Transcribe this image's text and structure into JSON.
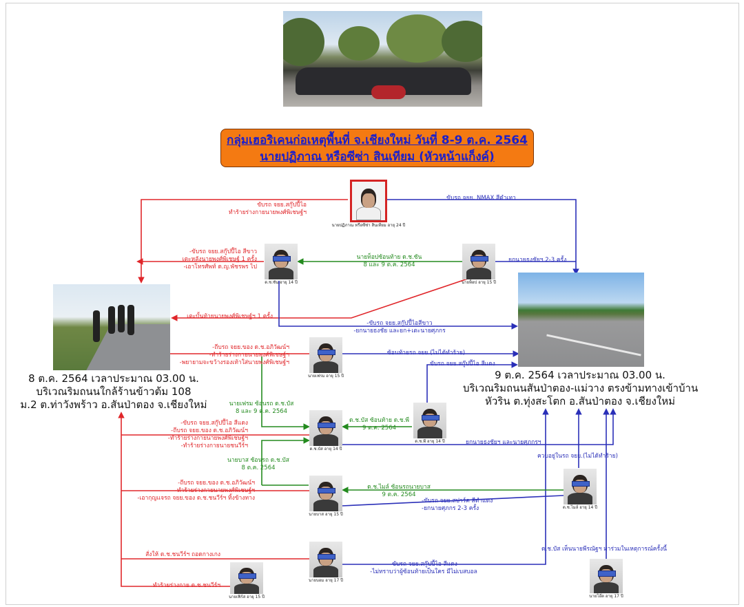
{
  "title": {
    "line1": "กลุ่มเฮอริเคนก่อเหตุพื้นที่ จ.เชียงใหม่ วันที่ 8-9 ต.ค. 2564",
    "line2": "นายปฏิภาณ หรือซีซ่า สินเทียม (หัวหน้าแก็งค์)"
  },
  "scene_left": {
    "line1": "8 ต.ค. 2564 เวลาประมาณ 03.00 น.",
    "line2": "บริเวณริมถนนใกล้ร้านข้าวต้ม 108",
    "line3": "ม.2 ต.ท่าวังพร้าว อ.สันป่าตอง จ.เชียงใหม่"
  },
  "scene_right": {
    "line1": "9 ต.ค. 2564 เวลาประมาณ 03.00 น.",
    "line2": "บริเวณริมถนนสันป่าตอง-แม่วาง ตรงข้ามทางเข้าบ้าน",
    "line3": "หัวริน ต.ทุ่งสะโตก อ.สันป่าตอง  จ.เชียงใหม่"
  },
  "people": {
    "leader": "นายปฏิภาณ หรือซีซ่า สินเทียม อายุ 24 ปี",
    "p1": "ด.ช.ซัน อายุ 14 ปี",
    "p2": "นายท็อป อายุ 15 ปี",
    "p3": "นายเฟรม อายุ 15 ปี",
    "p4": "ด.ช.บัส อายุ 14 ปี",
    "p5": "ด.ช.พี อายุ 14 ปี",
    "p6": "นายบาส อายุ 15 ปี",
    "p7": "ด.ช.ไมล์ อายุ 14 ปี",
    "p8": "นายบอม อายุ 17 ปี",
    "p9": "นายเฟิร์ส อายุ 15 ปี",
    "p10": "นายโอ๊ต อายุ 17 ปี"
  },
  "labels": {
    "red_leader": [
      "ขับรถ จยย.สกู๊ปปี้ไอ",
      "ทำร้ายร่างกายนายพงศ์พิเชษฐ์ฯ"
    ],
    "blue_leader": [
      "ขับรถ จยย. NMAX สีดำเทา"
    ],
    "red_p1": [
      "-ขับรถ จยย.สกู๊ปปี้ไอ สีขาว",
      "เตะหลังนายพงศ์พิเชษฐ์ 1 ครั้ง",
      "-เอาโทรศัพท์ ด.ญ.พัชรพร ไป"
    ],
    "green_p2": [
      "นายท็อปซ้อนท้าย ด.ช.ซัน",
      "8 และ 9 ต.ค. 2564"
    ],
    "blue_p2": [
      "ยกนายธงชัยฯ 2-3 ครั้ง"
    ],
    "red_p2": [
      "เตะบั้นท้ายนายพงศ์พิเชษฐ์ฯ 1 ครั้ง"
    ],
    "blue_p1": [
      "-ขับรถ จยย.สกู๊ปปี้ไอสีขาว",
      "-ยกนายธงชัย และยก+เตะนายศุภกร"
    ],
    "red_p3": [
      "-ถีบรถ จยย.ของ ด.ช.อภิวัฒน์ฯ",
      "-ทำร้ายร่างกายนายพงศ์พิเชษฐ์ฯ",
      "-พยายามจะขว้างรองเท้าใส่นายพงศ์พิเชษฐ์ฯ"
    ],
    "blue_p3": [
      "ซ้อนท้ายรถ จยย.(ไม่ได้ทำร้าย)"
    ],
    "blue_p5": [
      "ขับรถ จยย.สกู๊ปปี้ไอ สีแดง"
    ],
    "green_p3": [
      "นายเฟรม ซ้อนรถ ด.ช.บัส",
      "8 และ 9 ต.ค. 2564"
    ],
    "green_p5": [
      "ด.ช.บัส ซ้อนท้าย ด.ช.พี",
      "9 ต.ค. 2564"
    ],
    "red_p4": [
      "-ขับรถ จยย.สกู๊ปปี้ไอ สีแดง",
      "-ถีบรถ จยย.ของ ด.ช.อภิวัฒน์ฯ",
      "-ทำร้ายร่างกายนายพงศ์พิเชษฐ์ฯ",
      "-ทำร้ายร่างกายนายชนวีร์ฯ"
    ],
    "blue_p4": [
      "ยกนายธงชัยฯ และนายศุภกรฯ"
    ],
    "green_p6": [
      "นายบาส ซ้อนรถ ด.ช.บัส",
      "8 ต.ค. 2564"
    ],
    "blue_p7": [
      "ควบอยู่ในรถ จยย.(ไม่ได้ทำร้าย)"
    ],
    "red_p6": [
      "-ถีบรถ จยย.ของ ด.ช.อภิวัฒน์ฯ",
      "-ทำร้ายร่างกายนายพงศ์พิเชษฐ์ฯ",
      "-เอากุญแจรถ จยย.ของ ด.ช.ชนวีร์ฯ ทิ้งข้างทาง"
    ],
    "green_p7": [
      "ด.ช.ไมล์ ซ้อนรถนายบาส",
      "9 ต.ค. 2564"
    ],
    "blue_p6": [
      "-ขับรถ จยย.สปาร์ค สีดำแดง",
      "-ยกนายศุภกร 2-3 ครั้ง"
    ],
    "blue_p10": [
      "ด.ช.บัส เห็นนายพีรณัฐฯ มาร่วมในเหตุการณ์ครั้งนี้"
    ],
    "red_p8": [
      "สั่งให้ ด.ช.ชนวีร์ฯ ถอดกางเกง"
    ],
    "blue_p8": [
      "-ขับรถ จยย.สกู๊ปปี้ไอ สีแดง",
      "-ไม่ทราบว่าผู้ซ้อนท้ายเป็นใคร มีไม่เบสบอล"
    ],
    "red_p9": [
      "ทำร้ายร่างกาย ด.ช.ชนวีร์ฯ"
    ]
  },
  "colors": {
    "red": "#e0262a",
    "blue": "#2a2fb8",
    "green": "#238a1e",
    "title_bg": "#f47a12",
    "title_text": "#1d20c9"
  }
}
